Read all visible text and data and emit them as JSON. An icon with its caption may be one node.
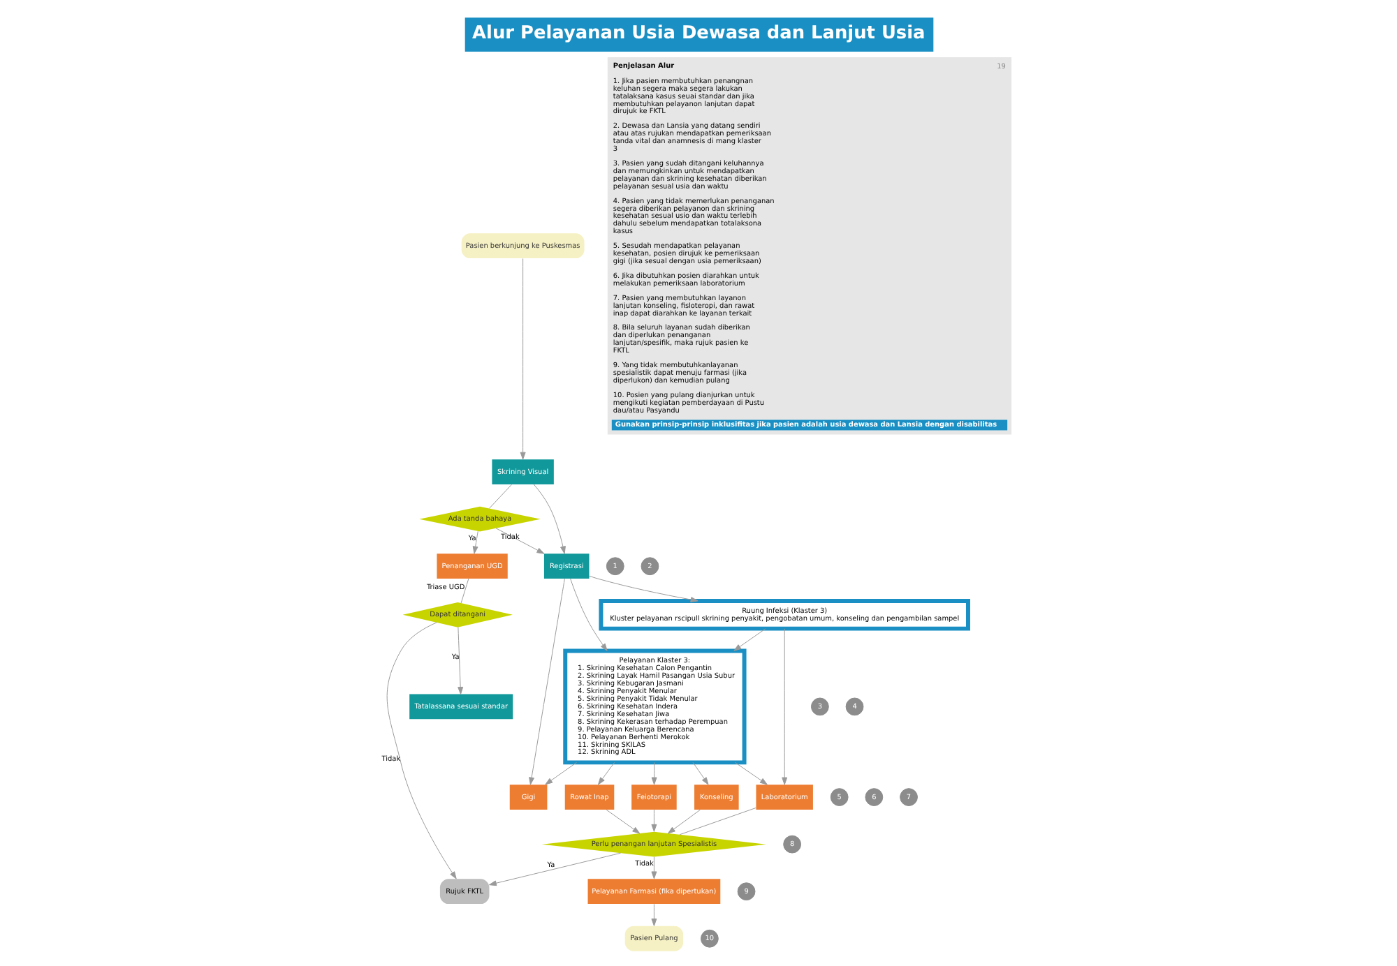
{
  "diagram": {
    "title": "Alur Pelayanan Usia Dewasa dan Lanjut Usia",
    "nodes": [
      {
        "text": [
          "Pasien berkunjung ke Puskesmas"
        ]
      },
      {
        "text": [
          "Skrining Visual"
        ]
      },
      {
        "text": [
          "Ada tanda bahaya"
        ]
      },
      {
        "text": [
          "Penanganan UGD"
        ]
      },
      {
        "text": [
          "Registrasi"
        ]
      },
      {
        "text": [
          "Dapat ditangani"
        ]
      },
      {
        "text": [
          "Tatalassana sesuai standar"
        ]
      },
      {
        "text": [
          "Rujuk FKTL"
        ]
      },
      {
        "text": [
          "Ruung Infeksi (Klaster 3)",
          "Kluster pelayanan rscipull skrining penyakit, pengobatan umum, konseling dan pengambilan sampel"
        ]
      },
      {
        "text": [
          "Gigi"
        ]
      },
      {
        "text": [
          "Pelayanan Klaster 3:",
          "1. Skrining Kesehatan Calon Pengantin",
          "2. Skrining Layak Hamil Pasangan Usia Subur",
          "3. Skrining Kebugaran Jasmani",
          "4. Skrining Penyakit Menular",
          "5. Skrining Penyakit Tidak Menular",
          "6. Skrining Kesehatan Indera",
          "7. Skrining Kesehatan Jiwa",
          "8. Skrining Kekerasan terhadap Perempuan",
          "9. Pelayanan Keluarga Berencana",
          "10. Pelayanan Berhenti Merokok",
          "11. Skrining SKILAS",
          "12. Skrining ADL"
        ]
      },
      {
        "text": [
          "Laboratorium"
        ]
      },
      {
        "text": [
          "Perlu penangan lanjutan Spesialistis"
        ]
      },
      {
        "text": [
          "Pelayanan Farmasi (fika dipertukan)"
        ]
      },
      {
        "text": [
          "Pasien Pulang"
        ]
      },
      {
        "text": [
          "Feiotorapi"
        ]
      },
      {
        "text": [
          "Konseling"
        ]
      },
      {
        "text": [
          "Rowat Inap"
        ]
      },
      {
        "text": [
          "1"
        ]
      },
      {
        "text": [
          "2"
        ]
      },
      {
        "text": [
          "3"
        ]
      },
      {
        "text": [
          "4"
        ]
      },
      {
        "text": [
          "5"
        ]
      },
      {
        "text": [
          "6"
        ]
      },
      {
        "text": [
          "7"
        ]
      },
      {
        "text": [
          "8"
        ]
      },
      {
        "text": [
          "9"
        ]
      },
      {
        "text": [
          "10"
        ]
      }
    ],
    "edges": [
      {
        "from": 0,
        "to": 1,
        "arrow": "to"
      },
      {
        "from": 1,
        "to": 2,
        "arrow": "none"
      },
      {
        "from": 2,
        "to": 3,
        "arrow": "to",
        "label": "Ya"
      },
      {
        "from": 2,
        "to": 4,
        "arrow": "to",
        "label": "Tidak"
      },
      {
        "from": 1,
        "to": 4,
        "arrow": "to"
      },
      {
        "from": 3,
        "to": 5,
        "arrow": "none",
        "label": "Triase UGD"
      },
      {
        "from": 5,
        "to": 6,
        "arrow": "to",
        "label": "Ya"
      },
      {
        "from": 5,
        "to": 7,
        "arrow": "to",
        "label": "Tidak"
      },
      {
        "from": 4,
        "to": 8,
        "arrow": "to"
      },
      {
        "from": 4,
        "to": 9,
        "arrow": "to"
      },
      {
        "from": 4,
        "to": 10,
        "arrow": "to"
      },
      {
        "from": 8,
        "to": 10,
        "arrow": "to"
      },
      {
        "from": 8,
        "to": 11,
        "arrow": "to"
      },
      {
        "from": 10,
        "to": 9,
        "arrow": "to"
      },
      {
        "from": 10,
        "to": 11,
        "arrow": "to"
      },
      {
        "from": 10,
        "to": 15,
        "arrow": "to"
      },
      {
        "from": 10,
        "to": 16,
        "arrow": "to"
      },
      {
        "from": 10,
        "to": 17,
        "arrow": "to"
      },
      {
        "from": 11,
        "to": 12,
        "arrow": "none"
      },
      {
        "from": 15,
        "to": 12,
        "arrow": "to"
      },
      {
        "from": 16,
        "to": 12,
        "arrow": "to"
      },
      {
        "from": 17,
        "to": 12,
        "arrow": "to"
      },
      {
        "from": 12,
        "to": 7,
        "arrow": "to",
        "label": "Ya"
      },
      {
        "from": 12,
        "to": 13,
        "arrow": "to",
        "label": "Tidak"
      },
      {
        "from": 13,
        "to": 14,
        "arrow": "to"
      }
    ],
    "labels": [
      "Penjelasan Alur",
      "19",
      "1. Jika pasien membutuhkan penangnan keluhan segera maka segera lakukan tatalaksana kasus seuai standar dan jika membutuhkan pelayanon lanjutan dapat dirujuk ke FKTL",
      "2. Dewasa dan Lansia yang datang sendiri atau atas rujukan mendapatkan pemeriksaan tanda vital dan anamnesis di mang klaster 3",
      "3. Pasien yang sudah ditangani keluhannya dan memungkinkan untuk mendapatkan pelayanan dan skrining kesehatan diberikan pelayanan sesual usia dan waktu",
      "4. Pasien yang tidak memerlukan penanganan segera diberikan pelayanon dan skrining kesehatan sesual usio dan waktu terlebih dahulu sebelum mendapatkan totalaksona kasus",
      "5. Sesudah mendapatkan pelayanan kesehatan, posien dirujuk ke pemeriksaan gigi (jika sesual dengan usia pemeriksaan)",
      "6. Jika dibutuhkan posien diarahkan untuk melakukan pemeriksaan laboratorium",
      "7. Pasien yang membutuhkan layanon lanjutan konseling, fisloteropi, dan rawat inap dapat diarahkan ke layanan terkait",
      "8. Bila seluruh layanan sudah diberikan dan diperlukan penanganan lanjutan/spesifik, maka rujuk pasien ke FKTL",
      "9. Yang tidak membutuhkanlayanan spesialistik dapat menuju farmasi (jika diperlukon) dan kemudian pulang",
      "10. Posien yang pulang dianjurkan untuk mengikuti kegiatan pemberdayaan di Pustu dau/atau Pasyandu",
      "Gunakan prinsip-prinsip inklusifitas jika pasien adalah usia dewasa dan Lansia dengan disabilitas"
    ]
  }
}
